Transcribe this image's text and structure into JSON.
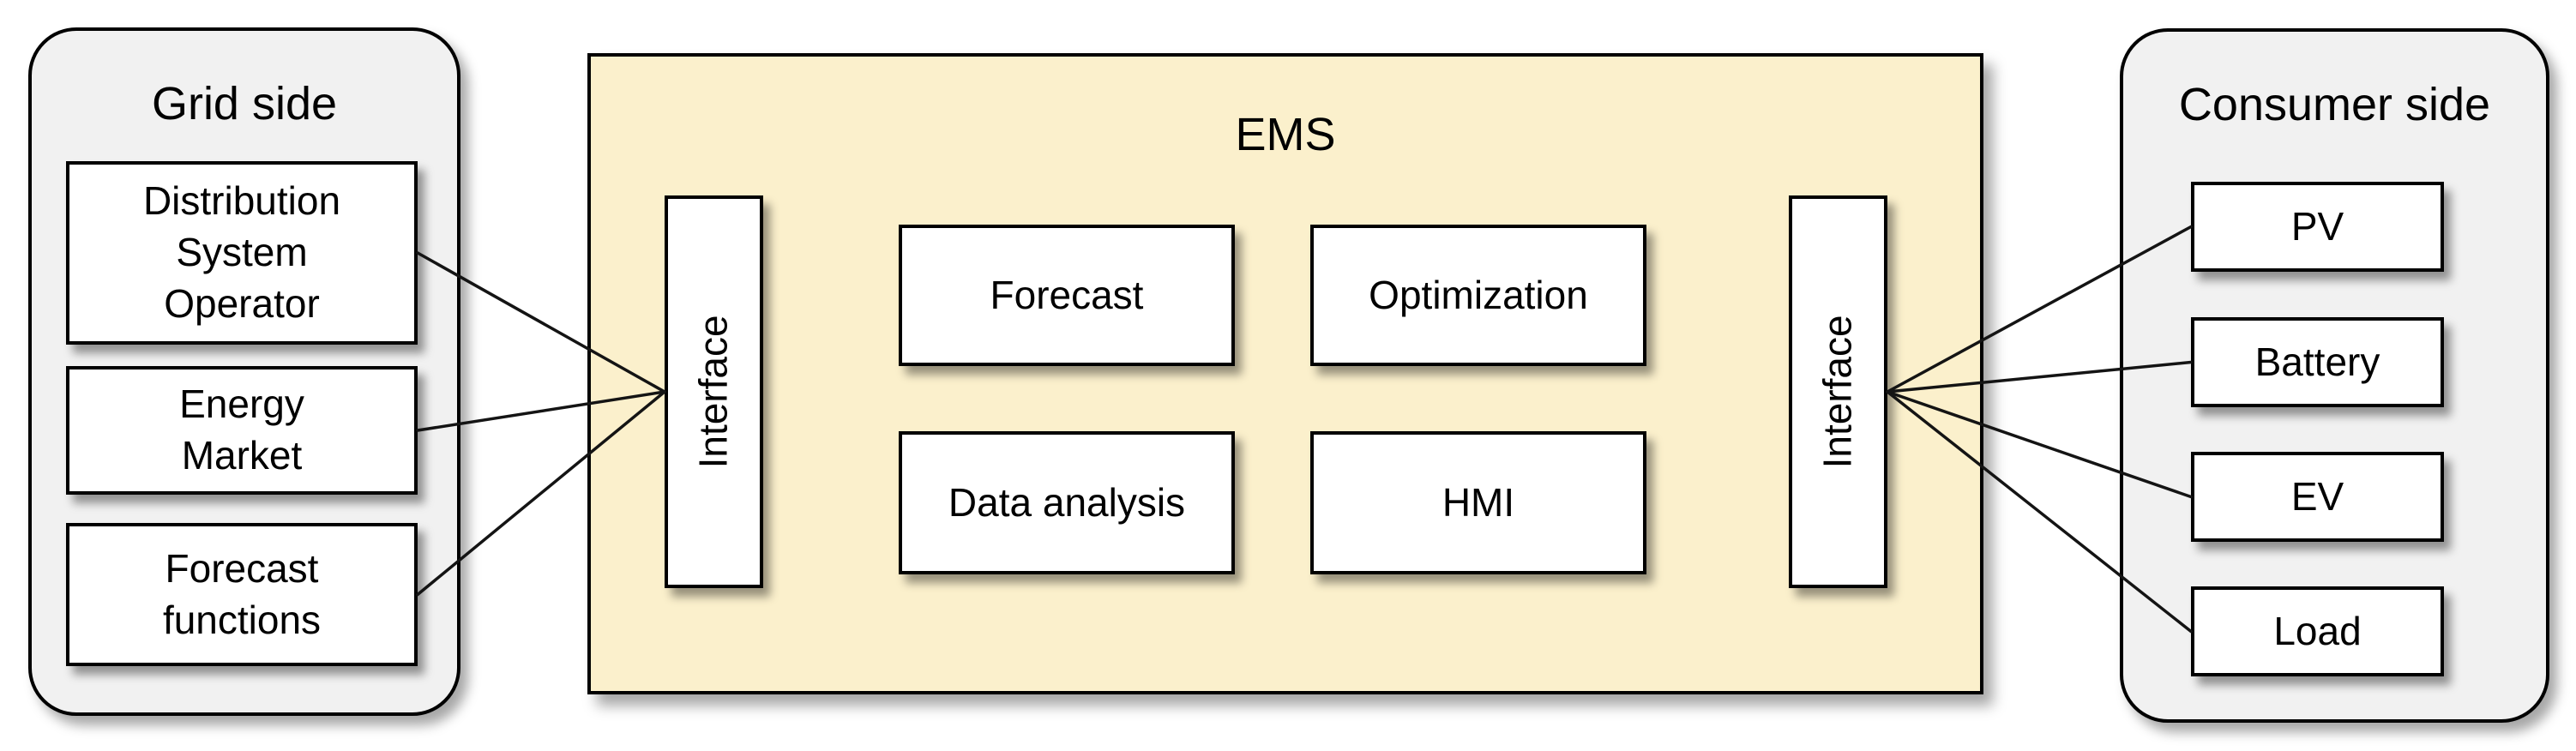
{
  "groups": {
    "grid": {
      "title": "Grid side",
      "items": [
        {
          "id": "dso",
          "label": "Distribution\nSystem\nOperator"
        },
        {
          "id": "energy-market",
          "label": "Energy\nMarket"
        },
        {
          "id": "forecast-functions",
          "label": "Forecast\nfunctions"
        }
      ]
    },
    "ems": {
      "title": "EMS",
      "interfaces": [
        {
          "id": "interface-left",
          "label": "Interface"
        },
        {
          "id": "interface-right",
          "label": "Interface"
        }
      ],
      "modules": [
        {
          "id": "forecast",
          "label": "Forecast"
        },
        {
          "id": "optimization",
          "label": "Optimization"
        },
        {
          "id": "data-analysis",
          "label": "Data analysis"
        },
        {
          "id": "hmi",
          "label": "HMI"
        }
      ]
    },
    "consumer": {
      "title": "Consumer side",
      "items": [
        {
          "id": "pv",
          "label": "PV"
        },
        {
          "id": "battery",
          "label": "Battery"
        },
        {
          "id": "ev",
          "label": "EV"
        },
        {
          "id": "load",
          "label": "Load"
        }
      ]
    }
  },
  "connections": [
    {
      "from": "dso",
      "to": "interface-left",
      "from_anchor": "right",
      "to_anchor": "left"
    },
    {
      "from": "energy-market",
      "to": "interface-left",
      "from_anchor": "right",
      "to_anchor": "left"
    },
    {
      "from": "forecast-functions",
      "to": "interface-left",
      "from_anchor": "right",
      "to_anchor": "left"
    },
    {
      "from": "interface-right",
      "to": "pv",
      "from_anchor": "right",
      "to_anchor": "left"
    },
    {
      "from": "interface-right",
      "to": "battery",
      "from_anchor": "right",
      "to_anchor": "left"
    },
    {
      "from": "interface-right",
      "to": "ev",
      "from_anchor": "right",
      "to_anchor": "left"
    },
    {
      "from": "interface-right",
      "to": "load",
      "from_anchor": "right",
      "to_anchor": "left"
    }
  ],
  "colors": {
    "ems_fill": "#FBF0CC",
    "side_fill": "#F1F1F1",
    "node_fill": "#FFFFFF",
    "border": "#000000",
    "connector": "#141414"
  }
}
